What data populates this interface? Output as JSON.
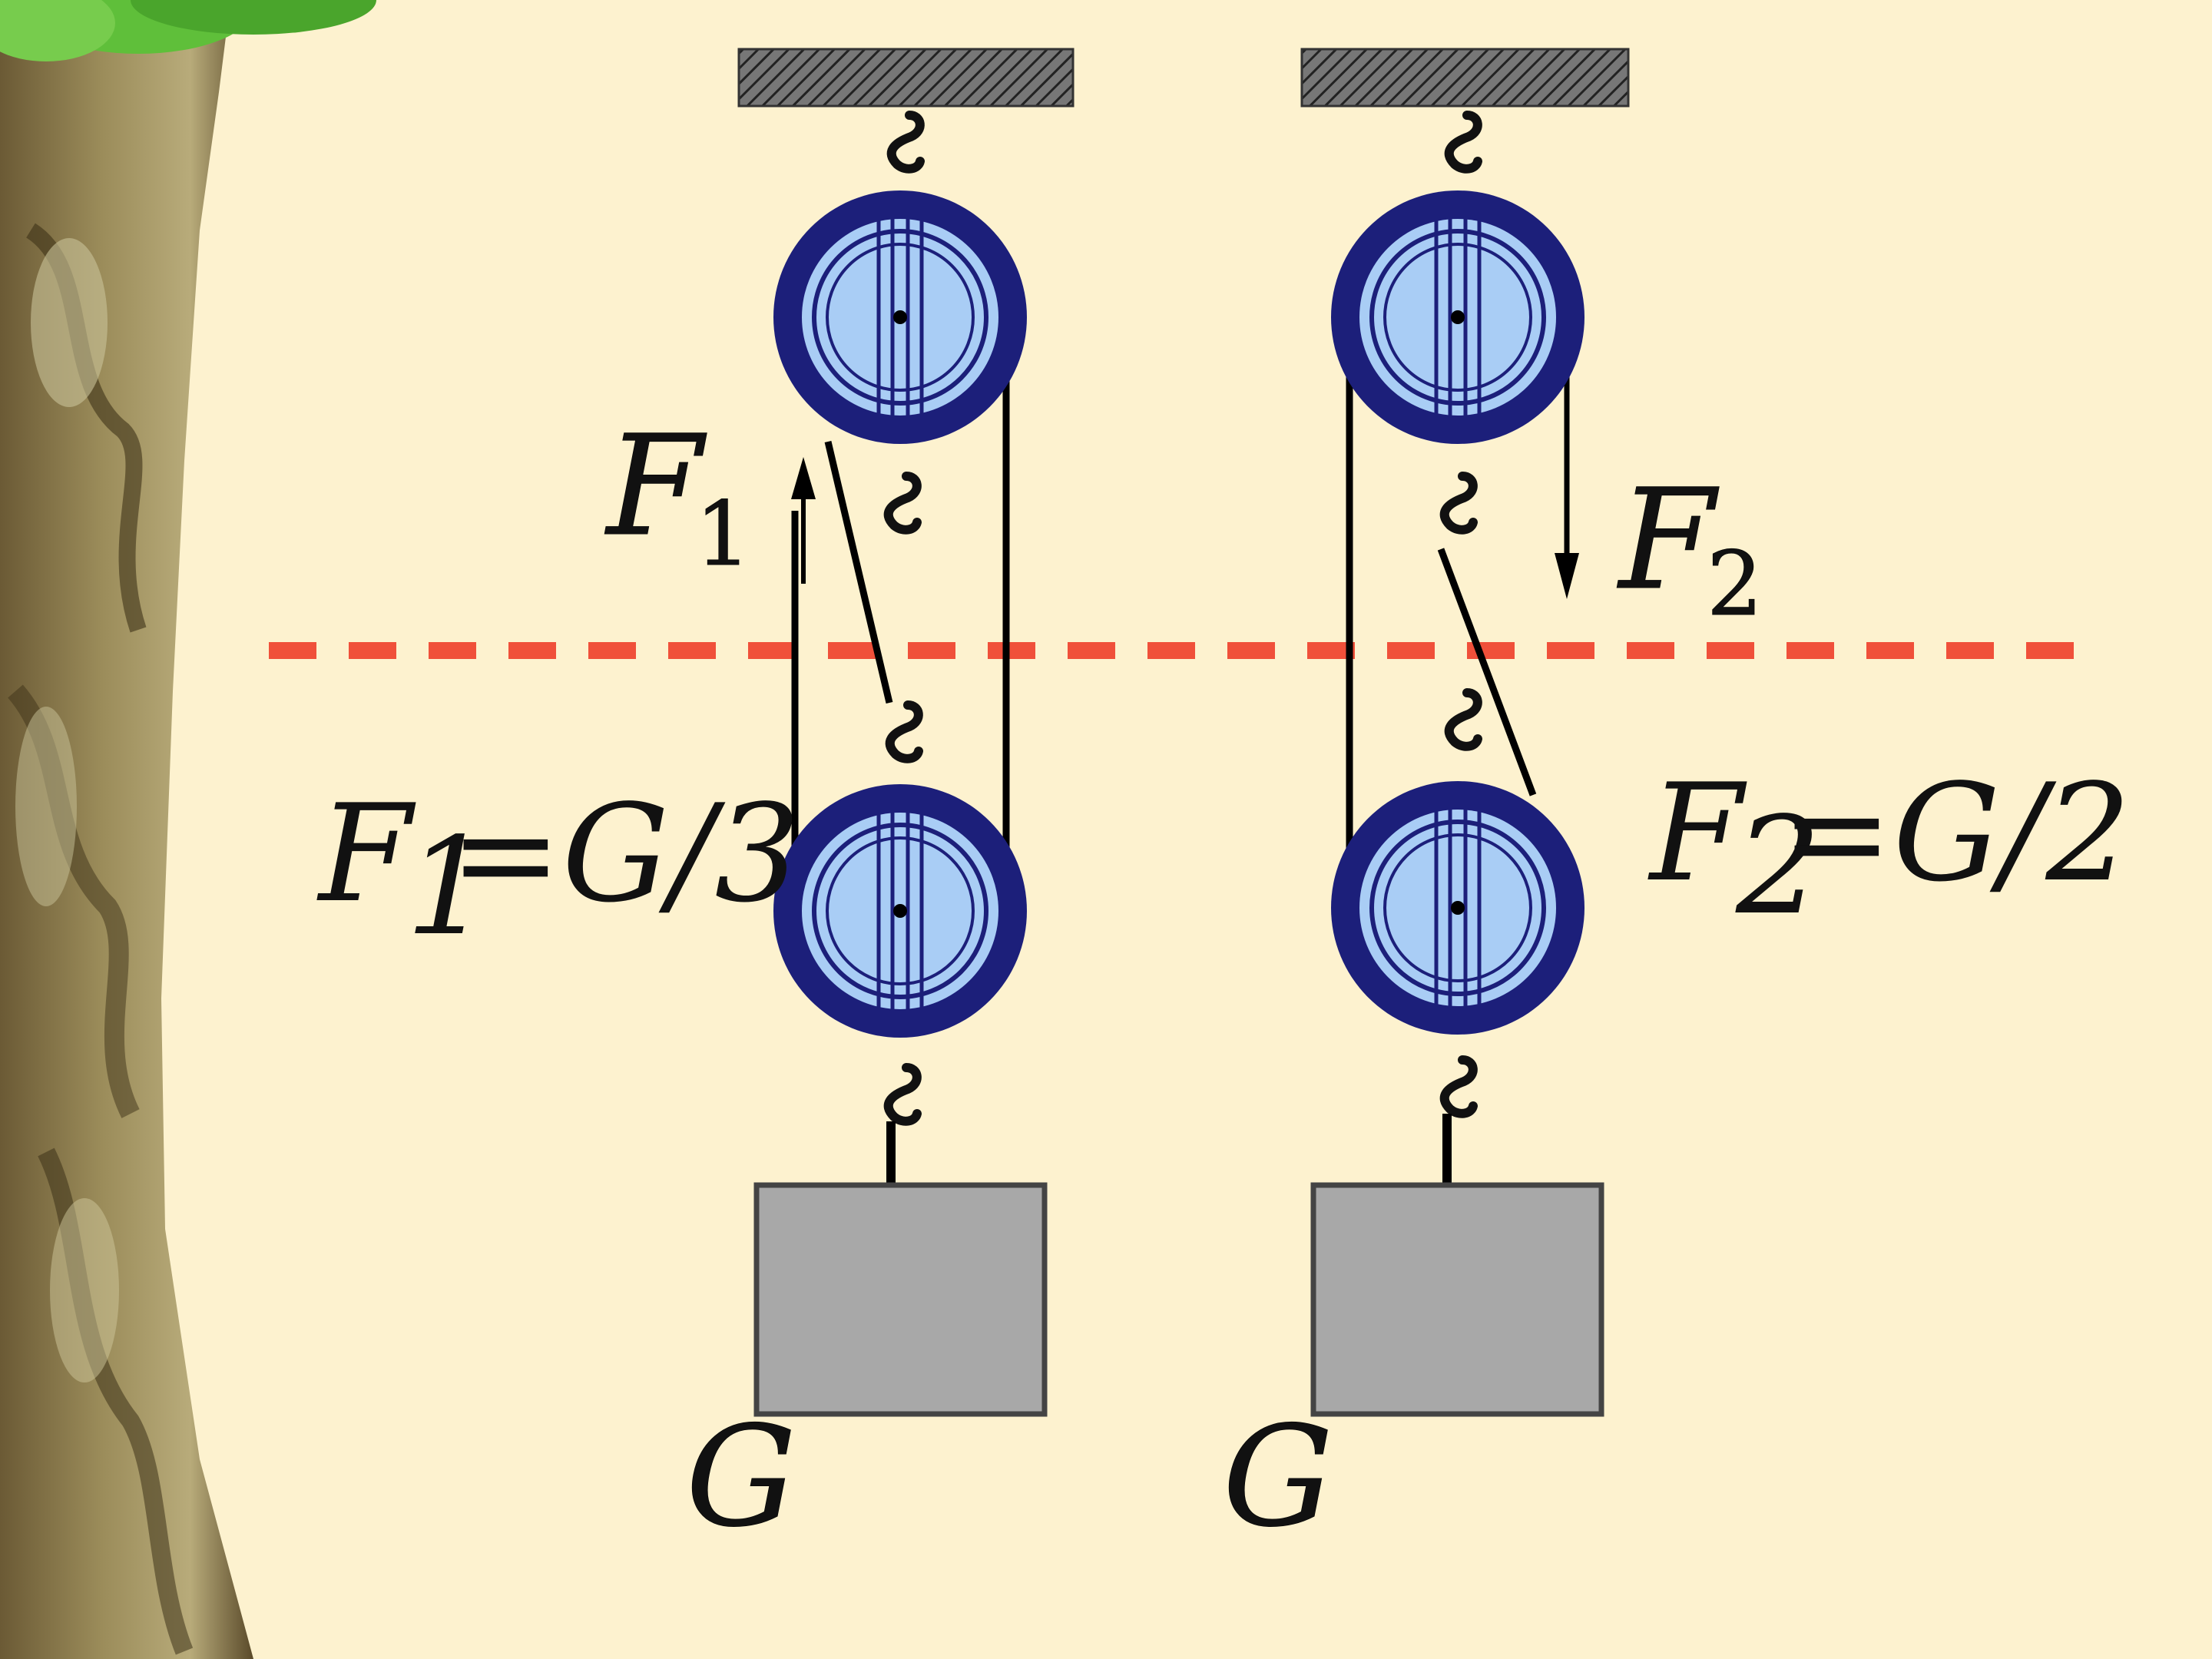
{
  "left_system": {
    "force_label": "F",
    "force_sub": "1",
    "equation": {
      "lhs": "F",
      "sub": "1",
      "rhs": "=G/3"
    },
    "weight_label": "G"
  },
  "right_system": {
    "force_label": "F",
    "force_sub": "2",
    "equation": {
      "lhs": "F",
      "sub": "2",
      "rhs": "=G/2"
    },
    "weight_label": "G"
  },
  "colors": {
    "background": "#fdf2cf",
    "pulley_outer": "#1c1f7a",
    "pulley_inner": "#a9cdf5",
    "reference_line": "#f0503a",
    "weight_fill": "#a8a8a8",
    "tree_bark": "#8a7a4a",
    "foliage": "#5fbf3a"
  }
}
